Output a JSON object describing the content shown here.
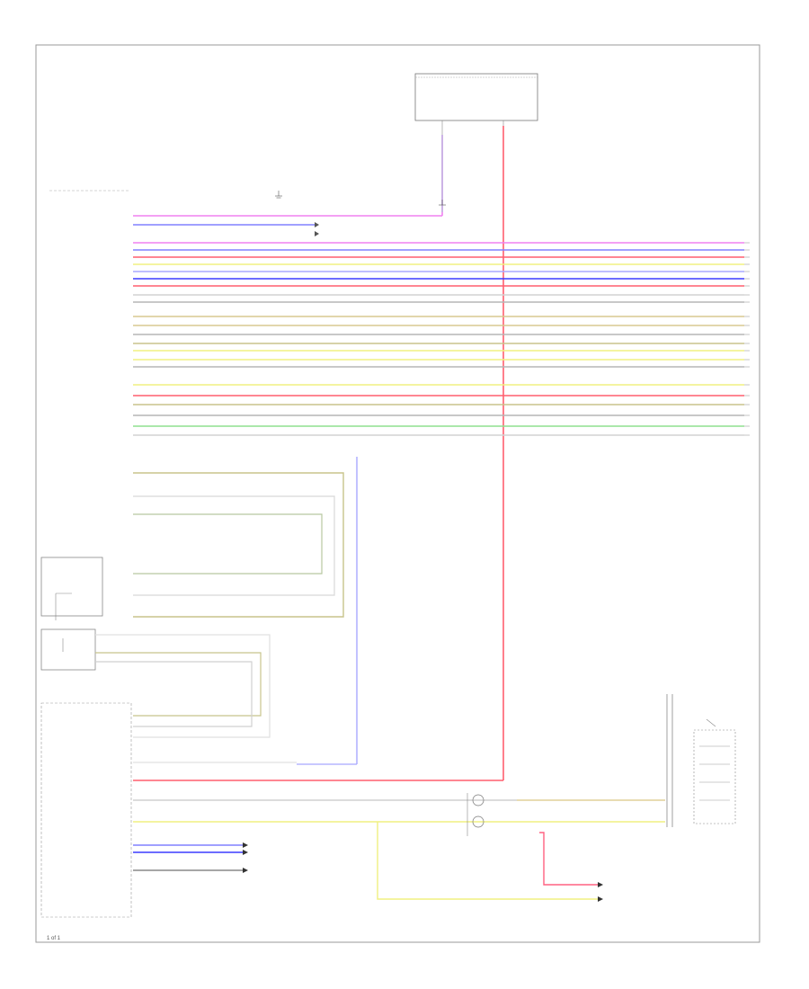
{
  "page_id": "1 of 1",
  "colors": {
    "frame": "#9a9a9a",
    "pink": "#f080f0",
    "violet": "#8080ff",
    "red": "#ff5f6f",
    "yellow": "#f0f080",
    "lt_blue": "#a8a8ff",
    "blue": "#3c3cff",
    "gray": "#b6b6b6",
    "green": "#8fe08f",
    "olive": "#c8c48c",
    "tan": "#d8c890",
    "pink_red": "#ff6080",
    "ltgray": "#d2d2d2"
  },
  "icons": [
    "ground-icon",
    "connector-arrow-icon",
    "switch-contact-icon"
  ],
  "wires": [
    {
      "id": "w01",
      "color": "pink"
    },
    {
      "id": "w02",
      "color": "violet"
    },
    {
      "id": "w03",
      "color": "red"
    },
    {
      "id": "w04",
      "color": "yellow"
    },
    {
      "id": "w05",
      "color": "lt_blue"
    },
    {
      "id": "w06",
      "color": "blue"
    },
    {
      "id": "w07",
      "color": "red"
    },
    {
      "id": "w08",
      "color": "ltgray"
    },
    {
      "id": "w09",
      "color": "gray"
    },
    {
      "id": "w10",
      "color": "tan"
    },
    {
      "id": "w11",
      "color": "tan"
    },
    {
      "id": "w12",
      "color": "gray"
    },
    {
      "id": "w13",
      "color": "olive"
    },
    {
      "id": "w14",
      "color": "yellow"
    },
    {
      "id": "w15",
      "color": "yellow"
    },
    {
      "id": "w16",
      "color": "gray"
    },
    {
      "id": "w17",
      "color": "yellow"
    },
    {
      "id": "w18",
      "color": "red"
    },
    {
      "id": "w19",
      "color": "olive"
    },
    {
      "id": "w20",
      "color": "gray"
    },
    {
      "id": "w21",
      "color": "green"
    },
    {
      "id": "w22",
      "color": "ltgray"
    }
  ]
}
